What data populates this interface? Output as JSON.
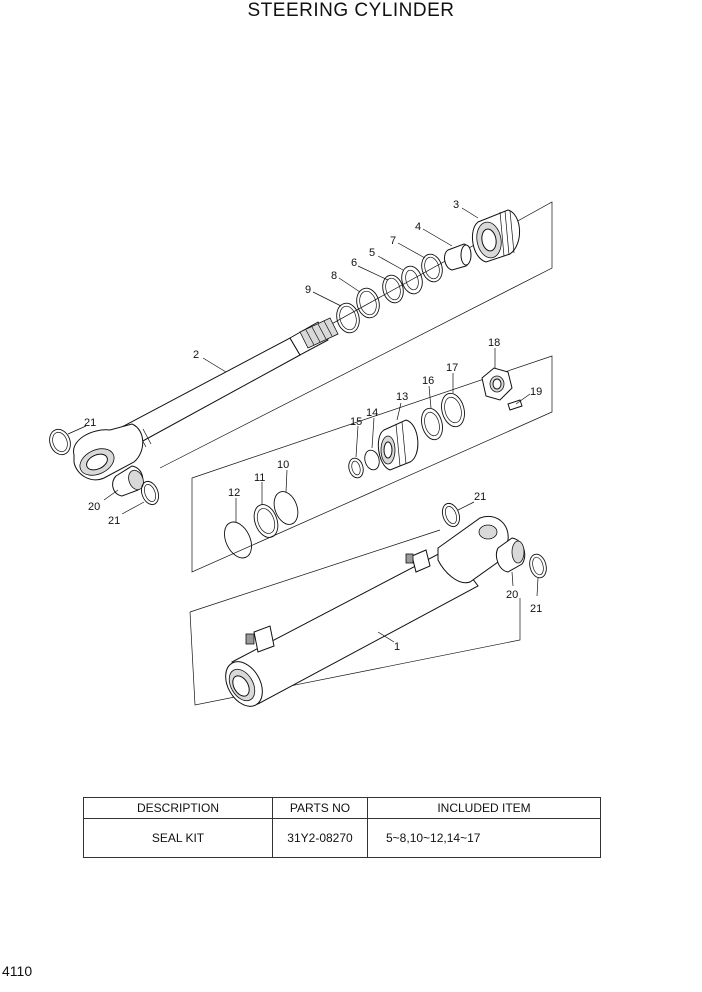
{
  "title": "STEERING CYLINDER",
  "page_number": "4110",
  "callouts": [
    "1",
    "2",
    "3",
    "4",
    "5",
    "6",
    "7",
    "8",
    "9",
    "10",
    "11",
    "12",
    "13",
    "14",
    "15",
    "16",
    "17",
    "18",
    "19",
    "20",
    "21"
  ],
  "parts_table": {
    "headers": {
      "description": "DESCRIPTION",
      "parts_no": "PARTS NO",
      "included_item": "INCLUDED ITEM"
    },
    "rows": [
      {
        "description": "SEAL KIT",
        "parts_no": "31Y2-08270",
        "included_item": "5~8,10~12,14~17"
      }
    ]
  }
}
